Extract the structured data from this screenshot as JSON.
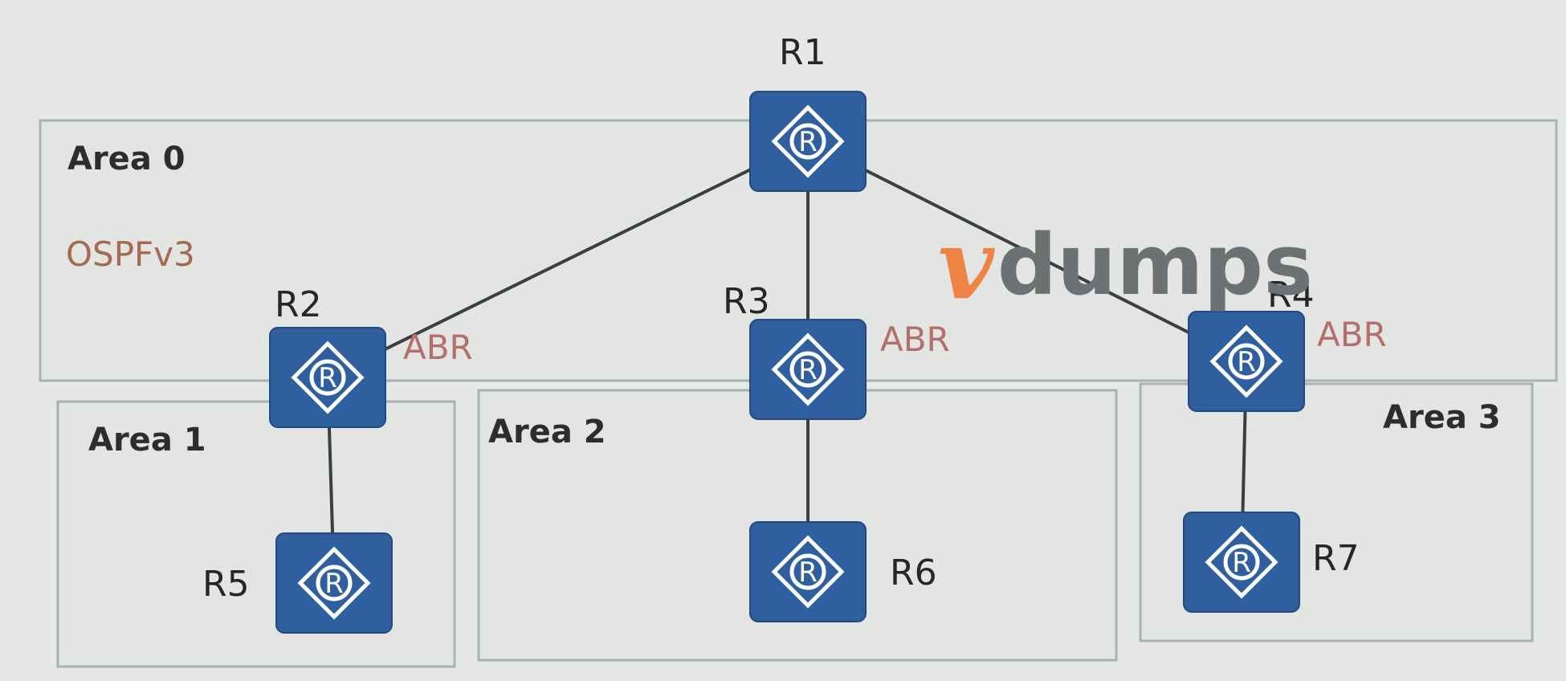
{
  "colors": {
    "background": "#e6e8e6",
    "router_blue": "#2f5f9e",
    "abr_text": "#b56f6a",
    "protocol_text": "#a46a52",
    "logo_orange": "#ee8443",
    "logo_gray": "#6e7174"
  },
  "protocol": "OSPFv3",
  "areas": [
    {
      "id": "area0",
      "label": "Area 0"
    },
    {
      "id": "area1",
      "label": "Area 1"
    },
    {
      "id": "area2",
      "label": "Area 2"
    },
    {
      "id": "area3",
      "label": "Area 3"
    }
  ],
  "routers": [
    {
      "id": "R1",
      "label": "R1",
      "icon": "router-icon"
    },
    {
      "id": "R2",
      "label": "R2",
      "icon": "router-icon",
      "role": "ABR"
    },
    {
      "id": "R3",
      "label": "R3",
      "icon": "router-icon",
      "role": "ABR"
    },
    {
      "id": "R4",
      "label": "R4",
      "icon": "router-icon",
      "role": "ABR"
    },
    {
      "id": "R5",
      "label": "R5",
      "icon": "router-icon"
    },
    {
      "id": "R6",
      "label": "R6",
      "icon": "router-icon"
    },
    {
      "id": "R7",
      "label": "R7",
      "icon": "router-icon"
    }
  ],
  "links": [
    {
      "from": "R1",
      "to": "R2"
    },
    {
      "from": "R1",
      "to": "R3"
    },
    {
      "from": "R1",
      "to": "R4"
    },
    {
      "from": "R2",
      "to": "R5"
    },
    {
      "from": "R3",
      "to": "R6"
    },
    {
      "from": "R4",
      "to": "R7"
    }
  ],
  "watermark": {
    "logo_initial": "v",
    "logo_text": "dumps"
  }
}
